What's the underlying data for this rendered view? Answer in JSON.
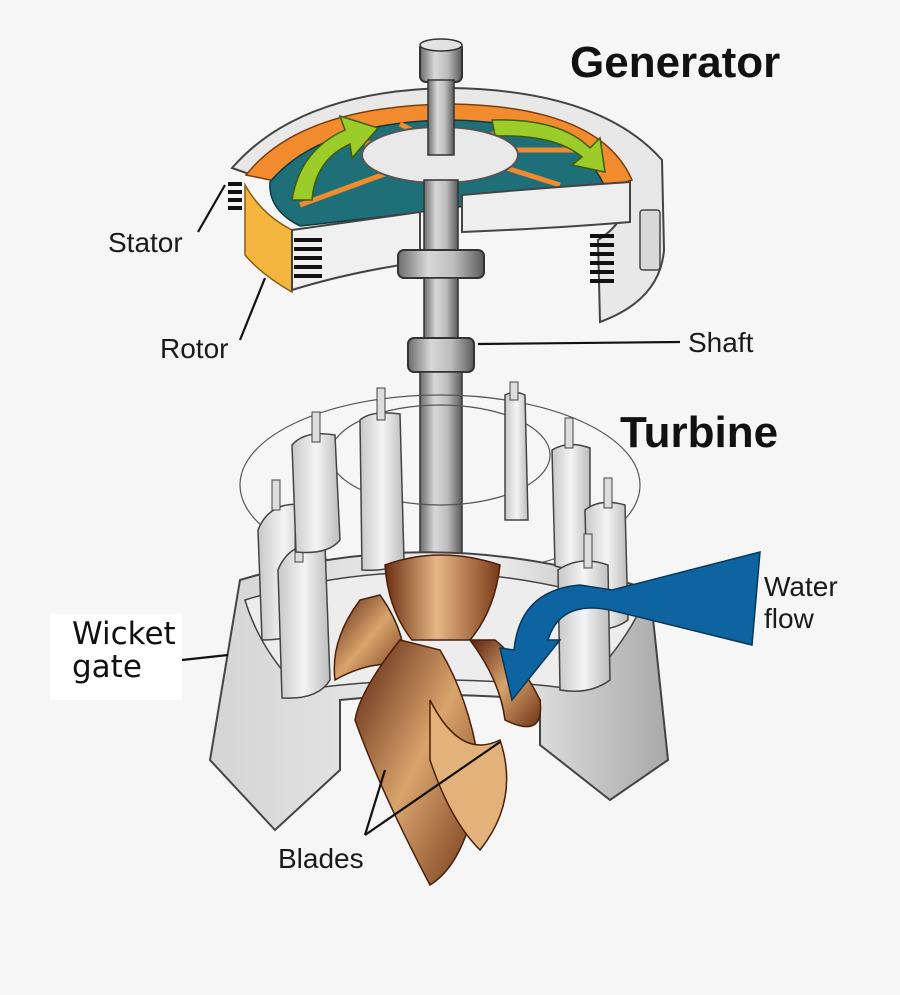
{
  "headings": {
    "generator": "Generator",
    "turbine": "Turbine"
  },
  "labels": {
    "stator": "Stator",
    "rotor": "Rotor",
    "shaft": "Shaft",
    "water_flow_line1": "Water",
    "water_flow_line2": "flow",
    "wicket_gate_line1": "Wicket",
    "wicket_gate_line2": "gate",
    "blades": "Blades"
  },
  "colors": {
    "background": "#f6f6f6",
    "rotor_teal": "#1f6f78",
    "stator_orange": "#f28a2e",
    "arrow_green": "#9ccc2a",
    "water_blue": "#0d64a0",
    "blade_bronze": "#b3783e"
  }
}
